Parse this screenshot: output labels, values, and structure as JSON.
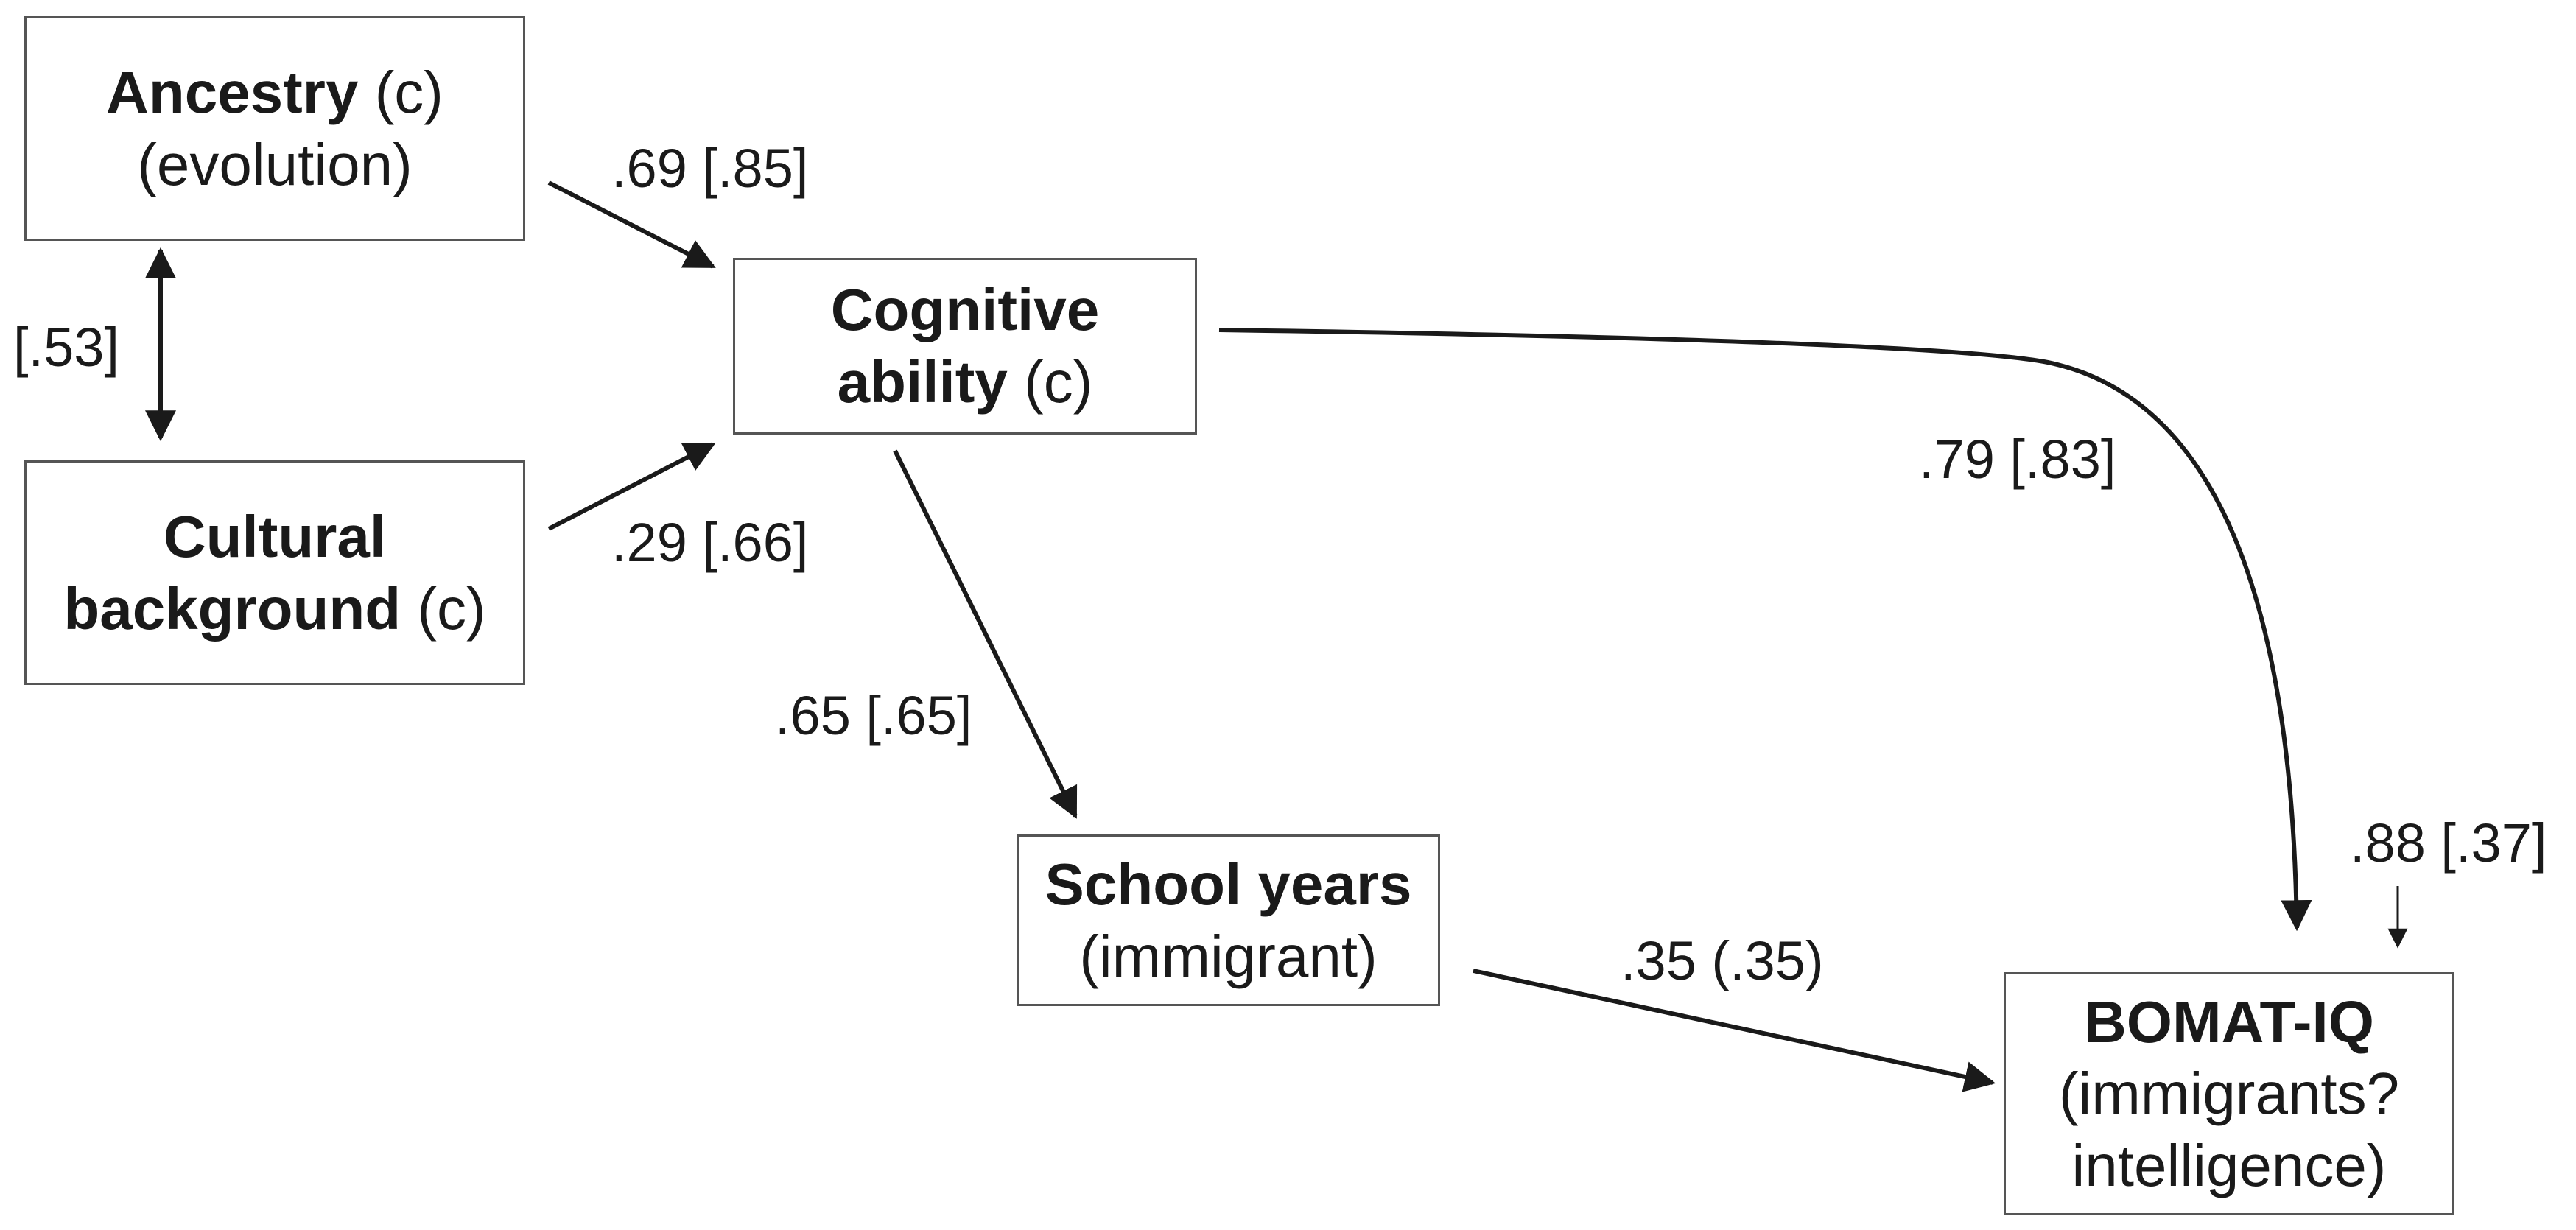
{
  "nodes": {
    "ancestry": {
      "bold": "Ancestry",
      "suffix": " (c)",
      "line2": "(evolution)"
    },
    "cultural": {
      "bold_line1": "Cultural",
      "bold_line2": "background",
      "suffix": " (c)"
    },
    "cognitive": {
      "bold_line1": "Cognitive",
      "bold_line2": "ability",
      "suffix": " (c)"
    },
    "school": {
      "bold": "School years",
      "line2": "(immigrant)"
    },
    "bomat": {
      "bold": "BOMAT-IQ",
      "line2": "(immigrants?",
      "line3": "intelligence)"
    }
  },
  "paths": {
    "ancestry_cultural": "[.53]",
    "ancestry_cognitive": ".69 [.85]",
    "cultural_cognitive": ".29 [.66]",
    "cognitive_school": ".65 [.65]",
    "cognitive_bomat": ".79 [.83]",
    "school_bomat": ".35 (.35)",
    "bomat_residual": ".88 [.37]"
  },
  "colors": {
    "box_border": "#555555",
    "arrow": "#1a1a1a",
    "text": "#1a1a1a"
  }
}
